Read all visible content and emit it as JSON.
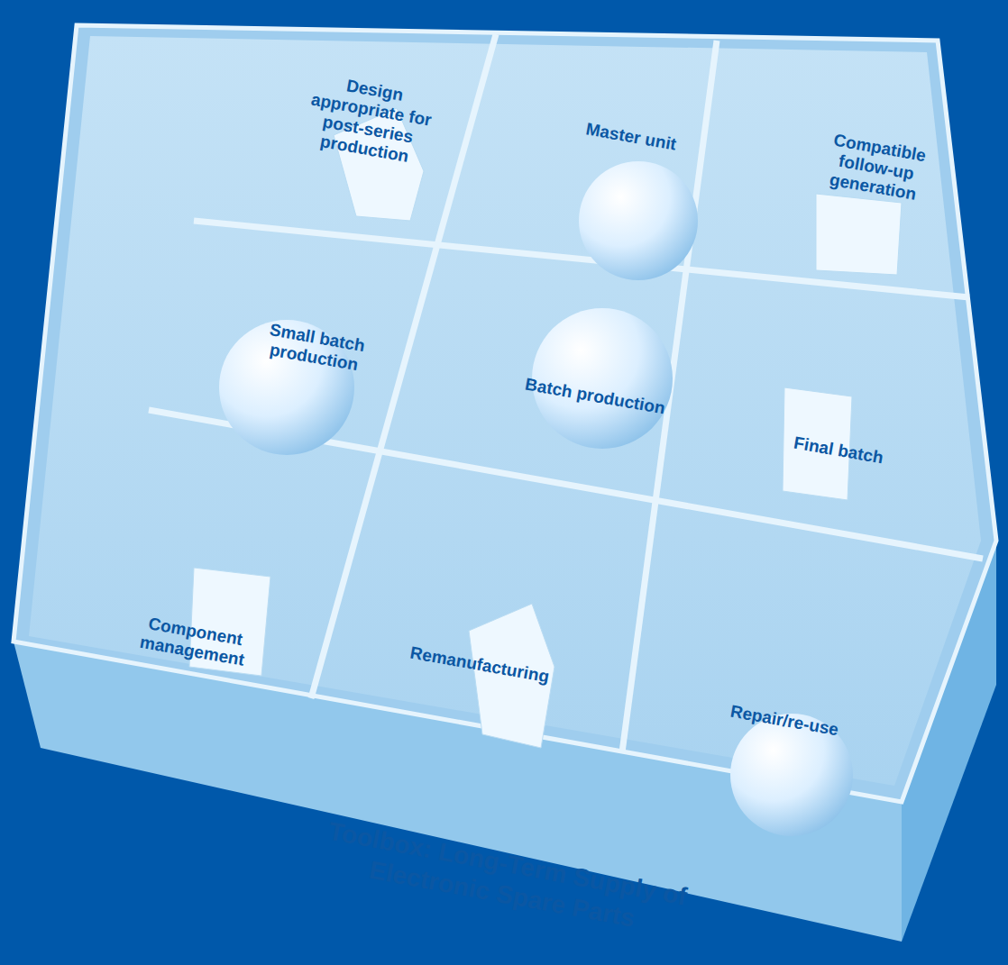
{
  "diagram": {
    "nodes": [
      {
        "text": [
          "Toolbox: Long-Term Supply of Electronic Spare Parts"
        ]
      },
      {
        "text": [
          "Design appropriate for post-series production"
        ],
        "in": 0
      },
      {
        "text": [
          "Master unit"
        ],
        "in": 0
      },
      {
        "text": [
          "Compatible follow-up generation"
        ],
        "in": 0
      },
      {
        "text": [
          "Small batch production"
        ],
        "in": 0
      },
      {
        "text": [
          "Batch production"
        ],
        "in": 0
      },
      {
        "text": [
          "Final batch"
        ],
        "in": 0
      },
      {
        "text": [
          "Component management"
        ],
        "in": 0
      },
      {
        "text": [
          "Remanufacturing"
        ],
        "in": 0
      },
      {
        "text": [
          "Repair/re-use"
        ],
        "in": 0
      }
    ]
  }
}
